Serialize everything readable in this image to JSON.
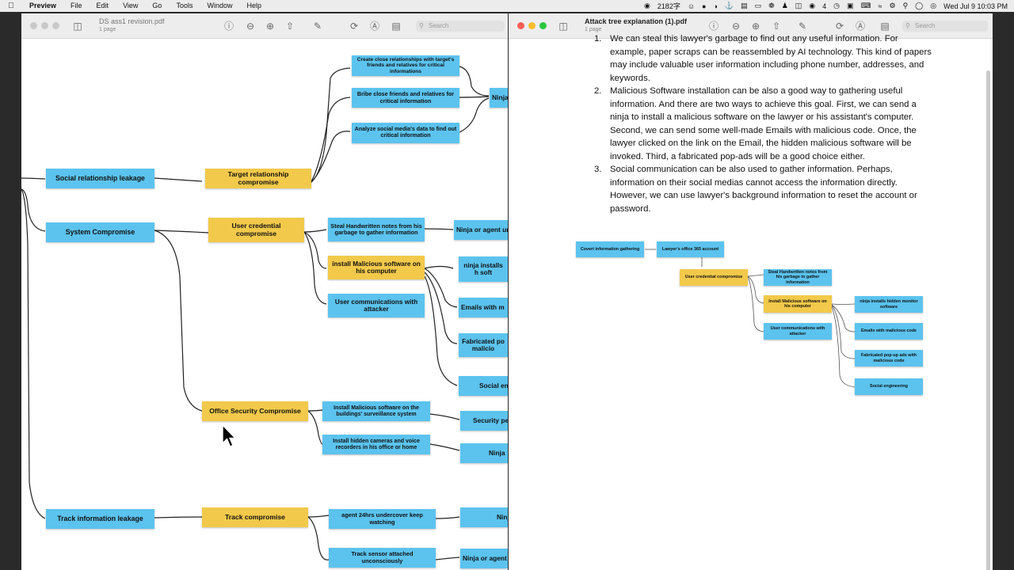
{
  "menubar": {
    "app": "Preview",
    "items": [
      "File",
      "Edit",
      "View",
      "Go",
      "Tools",
      "Window",
      "Help"
    ],
    "ime": "2182字",
    "battery_count": "4",
    "datetime": "Wed Jul 9  10:03 PM"
  },
  "left_window": {
    "title": "DS ass1 revision.pdf",
    "subtitle": "1 page",
    "search_placeholder": "Search",
    "nodes": {
      "social_leak": "Social relationship leakage",
      "system_comp": "System Compromise",
      "track_leak": "Track information leakage",
      "target_rel": "Target relationship compromise",
      "user_cred": "User credential compromise",
      "office_sec": "Office  Security  Compromise",
      "track_comp": "Track compromise",
      "close_rel": "Create close relationships with target's friends and relatives for critical informations",
      "bribe": "Bribe close friends and relatives for critical information",
      "analyze": "Analyze social media's data to find out critical information",
      "ninja_top": "Ninja",
      "steal_notes": "Steal Handwritten notes from his garbage to gather information",
      "ninja_agent": "Ninja or agent un",
      "install_mal": "install Malicious software on his computer",
      "ninja_installs": "ninja installs h soft",
      "user_comm": "User communications with attacker",
      "emails": "Emails with m",
      "fabricated": "Fabricated po malicio",
      "social_en": "Social en",
      "install_surv": "Install Malicious software on the buildings' surveillance system",
      "security_pe": "Security pe",
      "install_cam": "Install hidden cameras and voice recorders in his office or home",
      "ninja_mid": "Ninja",
      "agent_24": "agent 24hrs undercover keep watching",
      "ninja_low": "Ninj",
      "track_sensor": "Track sensor attached unconsciously",
      "ninja_agent_low": "Ninja or agent"
    }
  },
  "right_window": {
    "title": "Attack tree explanation (1).pdf",
    "subtitle": "1 page",
    "search_placeholder": "Search",
    "paragraphs": {
      "p1_num": "1.",
      "p1_l0": "We can steal this lawyer's garbage to find out any useful information. For",
      "p1_l1": "example, paper scraps can be reassembled by AI technology. This kind of papers",
      "p1_l2": "may include valuable user information including phone number, addresses, and",
      "p1_l3": "keywords.",
      "p2_num": "2.",
      "p2_l0": "Malicious Software installation can be also a good way to gathering useful",
      "p2_l1": "information. And there are two ways to achieve this goal. First, we can send a",
      "p2_l2": "ninja to install a malicious software on the lawyer or his assistant's computer.",
      "p2_l3": "Second, we can send some well-made Emails with malicious code. Once, the",
      "p2_l4": "lawyer clicked on the link on the Email, the hidden malicious software will be",
      "p2_l5": "invoked. Third, a fabricated pop-ads will be a good choice either.",
      "p3_num": "3.",
      "p3_l0": "Social communication can be also used to gather information. Perhaps,",
      "p3_l1": "information on their social medias cannot access the information directly.",
      "p3_l2": "However, we can use lawyer's background information to reset the account or",
      "p3_l3": "password."
    },
    "nodes": {
      "covert": "Covert information gathering",
      "lawyer365": "Lawyer's office 365 account",
      "user_cred": "User credential compromise",
      "steal_notes": "Steal Handwritten notes from his garbage to gather information",
      "install_mal": "Install Malicious software on his computer",
      "user_comm": "User communications with attacker",
      "ninja_installs": "ninja installs hidden monitor software",
      "emails": "Emails with malicious code",
      "fabricated": "Fabricated pop-up ads with malicious code",
      "social_eng": "Social engineering"
    }
  },
  "colors": {
    "blue_box": "#5bc3ee",
    "yellow_box": "#f2c94a"
  }
}
